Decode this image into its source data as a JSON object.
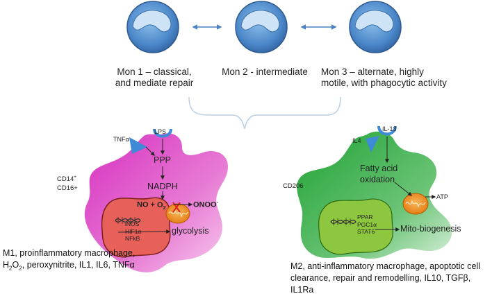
{
  "monocytes": [
    {
      "label_line1": "Mon 1 – classical,",
      "label_line2": "and mediate repair"
    },
    {
      "label_line1": "Mon 2 - intermediate",
      "label_line2": ""
    },
    {
      "label_line1": "Mon 3 – alternate, highly",
      "label_line2": "motile, with phagocytic activity"
    }
  ],
  "m1": {
    "receptor_tnf": "TNFα",
    "receptor_lps": "LPS",
    "ppp": "PPP",
    "nadph": "NADPH",
    "no_plus": "NO +",
    "o2": "O",
    "o2_sub": "2",
    "o2_sup": "-",
    "onoo": "ONOO",
    "onoo_sup": "-",
    "markers_line1": "CD14",
    "markers_line1_sup": "+",
    "markers_line2": "CD16+",
    "nucleus_genes": [
      "iNOS",
      "HIF1α",
      "NFkB"
    ],
    "glycolysis": "glycolysis",
    "caption_line1": "M1, proinflammatory macrophage,",
    "caption_h": "H",
    "caption_2a": "2",
    "caption_o": "O",
    "caption_2b": "2",
    "caption_rest": ", peroxynitrite, IL1, IL6, TNFα"
  },
  "m2": {
    "receptor_il4": "IL4",
    "receptor_il13": "IL-13",
    "fatty_line1": "Fatty acid",
    "fatty_line2": "oxidation",
    "atp": "ATP",
    "marker": "CD206",
    "nucleus_genes": [
      "PPAR",
      "PGC1α",
      "STAT6"
    ],
    "mito_biogenesis": "Mito-biogenesis",
    "caption_line1": "M2, anti-inflammatory macrophage, apoptotic cell",
    "caption_line2": "clearance, repair and remodelling, IL10, TGFβ, IL1Ra"
  },
  "colors": {
    "monocyte_fill": "#4a86c8",
    "m1_cell": "#e055c8",
    "m1_nucleus": "#e8605a",
    "m2_cell": "#3fb24a",
    "m2_nucleus": "#8dc63f",
    "mitochondria": "#f08a22",
    "arrow_blue": "#4a7fc0",
    "brace": "#b9cfe6",
    "receptor_blue": "#3f8ad6"
  }
}
